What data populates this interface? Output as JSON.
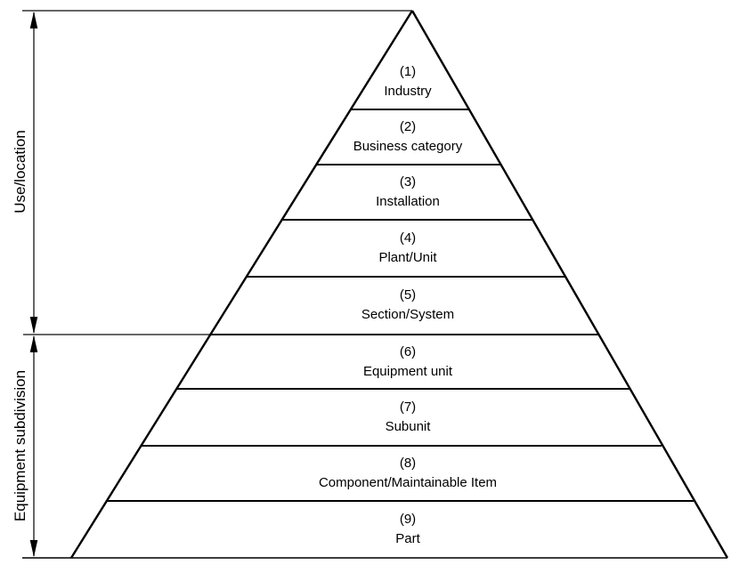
{
  "figure": {
    "background_color": "#ffffff",
    "line_color": "#000000",
    "axes": {
      "upper_label": "Use/location",
      "lower_label": "Equipment subdivision"
    },
    "levels": [
      {
        "number": "(1)",
        "name": "Industry"
      },
      {
        "number": "(2)",
        "name": "Business category"
      },
      {
        "number": "(3)",
        "name": "Installation"
      },
      {
        "number": "(4)",
        "name": "Plant/Unit"
      },
      {
        "number": "(5)",
        "name": "Section/System"
      },
      {
        "number": "(6)",
        "name": "Equipment unit"
      },
      {
        "number": "(7)",
        "name": "Subunit"
      },
      {
        "number": "(8)",
        "name": "Component/Maintainable Item"
      },
      {
        "number": "(9)",
        "name": "Part"
      }
    ]
  }
}
